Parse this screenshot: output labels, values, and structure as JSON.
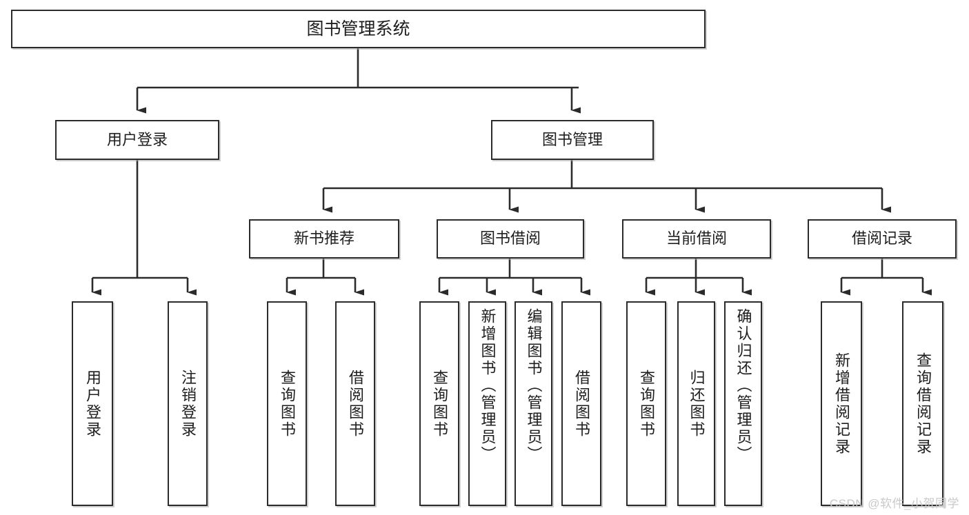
{
  "diagram": {
    "title": "图书管理系统",
    "type": "hierarchy-tree",
    "background_color": "#ffffff",
    "line_color": "#2b2b2b",
    "text_color": "#1d1d1d",
    "level2": [
      {
        "label": "用户登录"
      },
      {
        "label": "图书管理"
      }
    ],
    "level3": [
      {
        "label": "新书推荐"
      },
      {
        "label": "图书借阅"
      },
      {
        "label": "当前借阅"
      },
      {
        "label": "借阅记录"
      }
    ],
    "leaves": {
      "user_login": [
        {
          "label": "用户登录"
        },
        {
          "label": "注销登录"
        }
      ],
      "new_book": [
        {
          "label": "查询图书"
        },
        {
          "label": "借阅图书"
        }
      ],
      "book_borrow": [
        {
          "label": "查询图书"
        },
        {
          "label": "新增图书（管理员）"
        },
        {
          "label": "编辑图书（管理员）"
        },
        {
          "label": "借阅图书"
        }
      ],
      "current_borrow": [
        {
          "label": "查询图书"
        },
        {
          "label": "归还图书"
        },
        {
          "label": "确认归还（管理员）"
        }
      ],
      "borrow_record": [
        {
          "label": "新增借阅记录"
        },
        {
          "label": "查询借阅记录"
        }
      ]
    }
  },
  "watermark": {
    "text": "CSDN @软件_小贺同学"
  }
}
